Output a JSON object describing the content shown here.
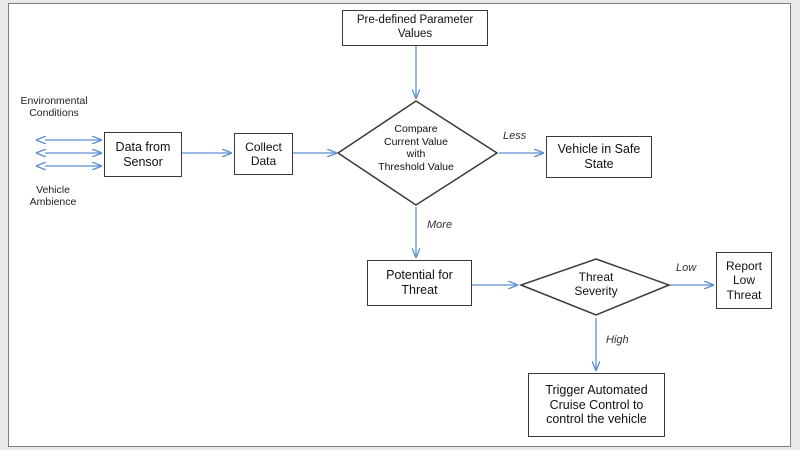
{
  "diagram": {
    "inputs": {
      "environmental": "Environmental\nConditions",
      "vehicle": "Vehicle\nAmbience"
    },
    "nodes": {
      "params": "Pre-defined Parameter\nValues",
      "sensor": "Data from\nSensor",
      "collect": "Collect\nData",
      "compare": "Compare\nCurrent Value\nwith\nThreshold Value",
      "safe": "Vehicle in Safe\nState",
      "potential": "Potential for\nThreat",
      "severity": "Threat\nSeverity",
      "report": "Report\nLow\nThreat",
      "trigger": "Trigger Automated\nCruise Control to\ncontrol the vehicle"
    },
    "edge_labels": {
      "less": "Less",
      "more": "More",
      "low": "Low",
      "high": "High"
    },
    "colors": {
      "arrow": "#5b8fd1",
      "border": "#3a3a3a"
    }
  }
}
